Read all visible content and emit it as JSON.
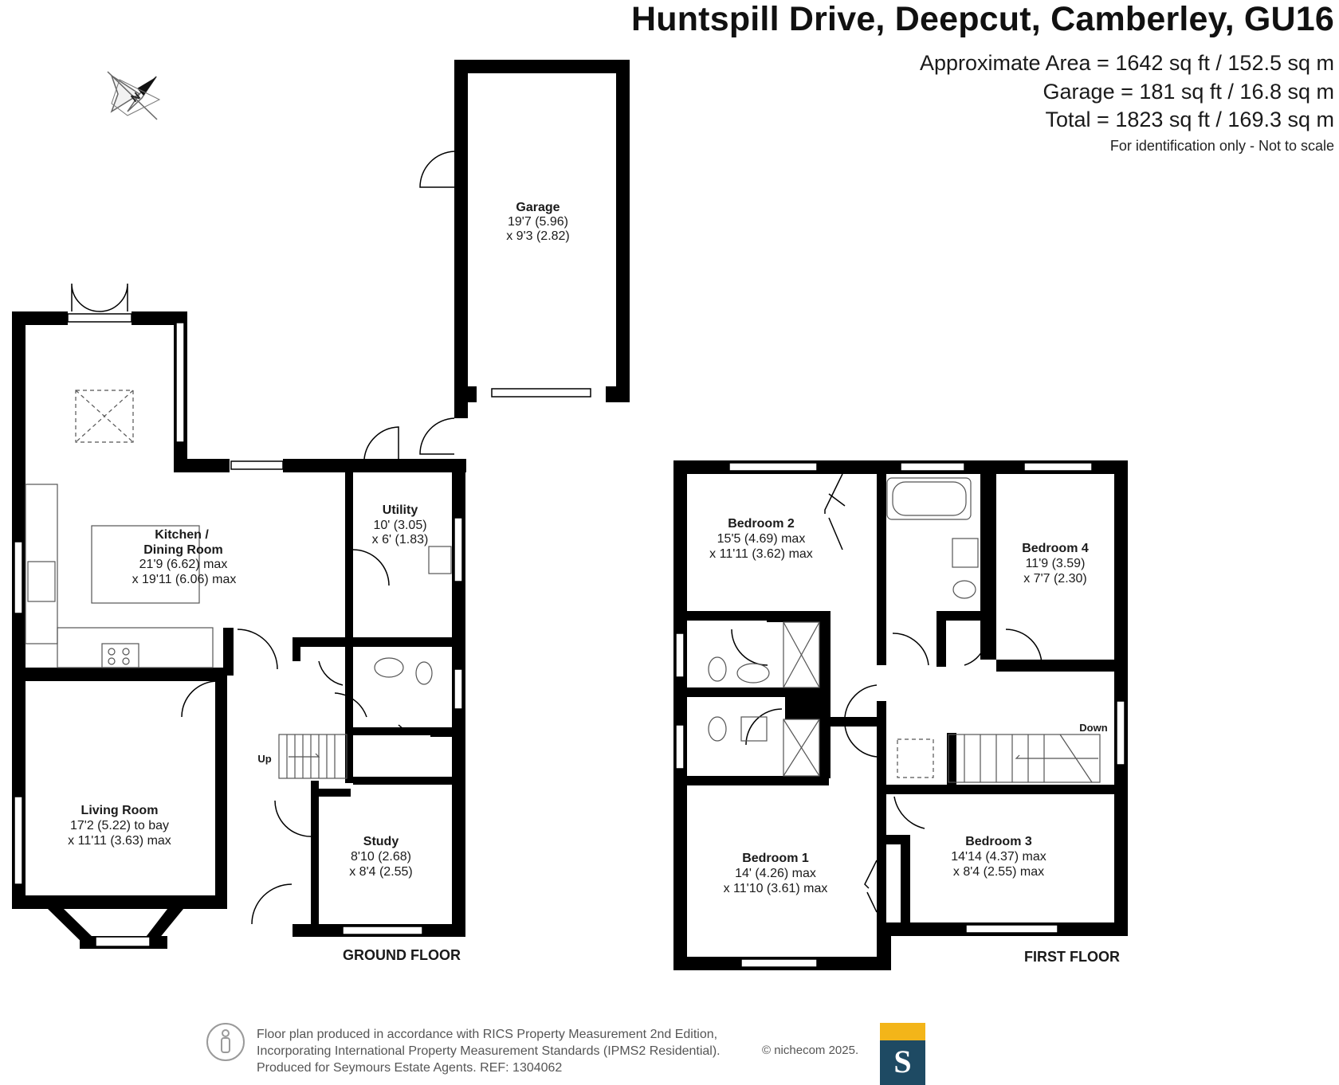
{
  "header": {
    "title": "Huntspill Drive, Deepcut, Camberley, GU16",
    "approx_area": "Approximate Area = 1642 sq ft / 152.5 sq m",
    "garage_area": "Garage = 181 sq ft / 16.8 sq m",
    "total_area": "Total = 1823 sq ft / 169.3 sq m",
    "disclaimer": "For identification only - Not to scale"
  },
  "compass": {
    "label": "N"
  },
  "ground_floor": {
    "label": "GROUND FLOOR",
    "garage": {
      "name": "Garage",
      "dim1": "19'7 (5.96)",
      "dim2": "x 9'3 (2.82)"
    },
    "kitchen": {
      "name1": "Kitchen /",
      "name2": "Dining Room",
      "dim1": "21'9 (6.62) max",
      "dim2": "x 19'11 (6.06) max"
    },
    "utility": {
      "name": "Utility",
      "dim1": "10' (3.05)",
      "dim2": "x 6' (1.83)"
    },
    "living": {
      "name": "Living Room",
      "dim1": "17'2 (5.22) to bay",
      "dim2": "x 11'11 (3.63) max"
    },
    "study": {
      "name": "Study",
      "dim1": "8'10 (2.68)",
      "dim2": "x 8'4 (2.55)"
    },
    "stairs_label": "Up"
  },
  "first_floor": {
    "label": "FIRST FLOOR",
    "bedroom2": {
      "name": "Bedroom 2",
      "dim1": "15'5 (4.69) max",
      "dim2": "x 11'11 (3.62) max"
    },
    "bedroom4": {
      "name": "Bedroom 4",
      "dim1": "11'9 (3.59)",
      "dim2": "x 7'7 (2.30)"
    },
    "bedroom1": {
      "name": "Bedroom 1",
      "dim1": "14' (4.26) max",
      "dim2": "x 11'10 (3.61) max"
    },
    "bedroom3": {
      "name": "Bedroom 3",
      "dim1": "14'14 (4.37) max",
      "dim2": "x 8'4 (2.55) max"
    },
    "stairs_label": "Down"
  },
  "footer": {
    "line1": "Floor plan produced in accordance with RICS Property Measurement 2nd Edition,",
    "line2": "Incorporating International Property Measurement Standards (IPMS2 Residential).",
    "line3": "Produced for Seymours Estate Agents.   REF: 1304062",
    "credit": "© nichecom 2025.",
    "logo_letter": "S"
  },
  "colors": {
    "wall": "#000000",
    "logo_gold": "#f3b519",
    "logo_navy": "#1e4a63"
  }
}
